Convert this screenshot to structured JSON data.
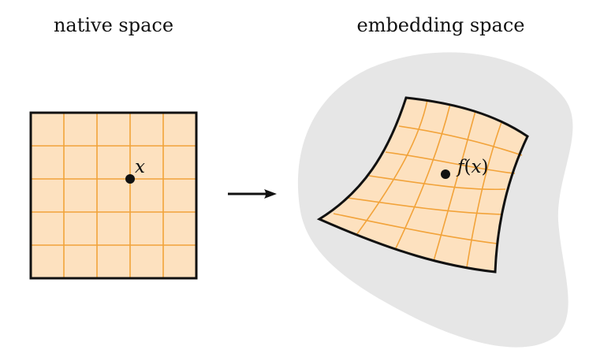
{
  "labels": {
    "native_space": "native space",
    "embedding_space": "embedding space",
    "point_native": "x",
    "point_embedded_fn": "f",
    "point_embedded_open": "(",
    "point_embedded_var": "x",
    "point_embedded_close": ")"
  },
  "colors": {
    "background": "#ffffff",
    "region_fill": "#e6e6e6",
    "sheet_fill": "#fde1bf",
    "grid": "#f2a33a",
    "outline": "#111111"
  },
  "icons": {
    "arrow": "right-arrow-icon",
    "point": "dot-icon"
  }
}
